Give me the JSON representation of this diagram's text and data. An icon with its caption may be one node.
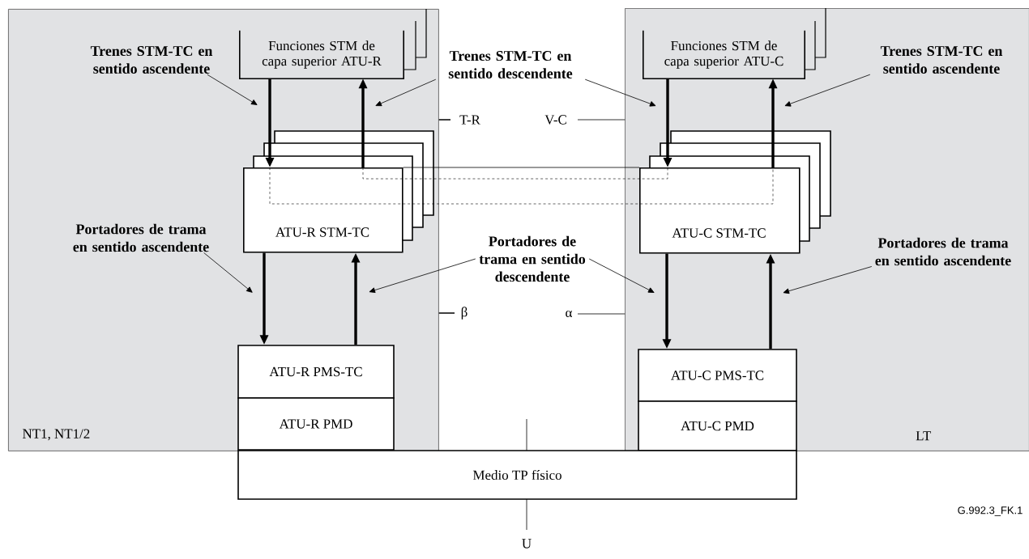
{
  "diagram": {
    "nodes": [
      {
        "text": [
          "NT1, NT1/2"
        ]
      },
      {
        "text": [
          "LT"
        ]
      },
      {
        "text": [
          "Funciones STM de capa superior ATU-R"
        ],
        "in": 0
      },
      {
        "text": [
          "ATU-R STM-TC"
        ],
        "in": 0
      },
      {
        "text": [
          "ATU-R PMS-TC"
        ],
        "in": 0
      },
      {
        "text": [
          "ATU-R PMD"
        ],
        "in": 0
      },
      {
        "text": [
          "Funciones STM de capa superior ATU-C"
        ],
        "in": 1
      },
      {
        "text": [
          "ATU-C STM-TC"
        ],
        "in": 1
      },
      {
        "text": [
          "ATU-C PMS-TC"
        ],
        "in": 1
      },
      {
        "text": [
          "ATU-C PMD"
        ],
        "in": 1
      },
      {
        "text": [
          "Medio TP físico"
        ]
      },
      {
        "text": [
          "Trenes STM-TC en sentido ascendente"
        ],
        "in": 0
      },
      {
        "text": [
          "Trenes STM-TC en sentido descendente"
        ]
      },
      {
        "text": [
          "Trenes STM-TC en sentido ascendente"
        ],
        "in": 1
      },
      {
        "text": [
          "Portadores de trama en sentido ascendente"
        ],
        "in": 0
      },
      {
        "text": [
          "Portadores de trama en sentido descendente"
        ]
      },
      {
        "text": [
          "Portadores de trama en sentido ascendente"
        ],
        "in": 1
      }
    ],
    "edges": [
      {
        "from": 2,
        "to": 3,
        "arrow": "to",
        "style": "thick"
      },
      {
        "from": 3,
        "to": 2,
        "arrow": "to",
        "style": "thick"
      },
      {
        "from": 3,
        "to": 4,
        "arrow": "to",
        "style": "thick"
      },
      {
        "from": 4,
        "to": 3,
        "arrow": "to",
        "style": "thick"
      },
      {
        "from": 6,
        "to": 7,
        "arrow": "to",
        "style": "thick"
      },
      {
        "from": 7,
        "to": 6,
        "arrow": "to",
        "style": "thick"
      },
      {
        "from": 7,
        "to": 8,
        "arrow": "to",
        "style": "thick"
      },
      {
        "from": 8,
        "to": 7,
        "arrow": "to",
        "style": "thick"
      },
      {
        "from": 3,
        "to": 7,
        "arrow": "none"
      },
      {
        "from": 3,
        "to": 7,
        "arrow": "none",
        "style": "dashed"
      },
      {
        "from": 3,
        "to": 7,
        "arrow": "none",
        "style": "dashed"
      },
      {
        "from": 11,
        "to": null,
        "arrow": "to"
      },
      {
        "from": 12,
        "to": null,
        "arrow": "to"
      },
      {
        "from": 12,
        "to": null,
        "arrow": "to"
      },
      {
        "from": 13,
        "to": null,
        "arrow": "to"
      },
      {
        "from": 14,
        "to": null,
        "arrow": "to"
      },
      {
        "from": 15,
        "to": null,
        "arrow": "to"
      },
      {
        "from": 15,
        "to": null,
        "arrow": "to"
      },
      {
        "from": 16,
        "to": null,
        "arrow": "to"
      }
    ],
    "labels": [
      "T-R",
      "V-C",
      "β",
      "α",
      "U",
      "G.992.3_FK.1"
    ]
  }
}
